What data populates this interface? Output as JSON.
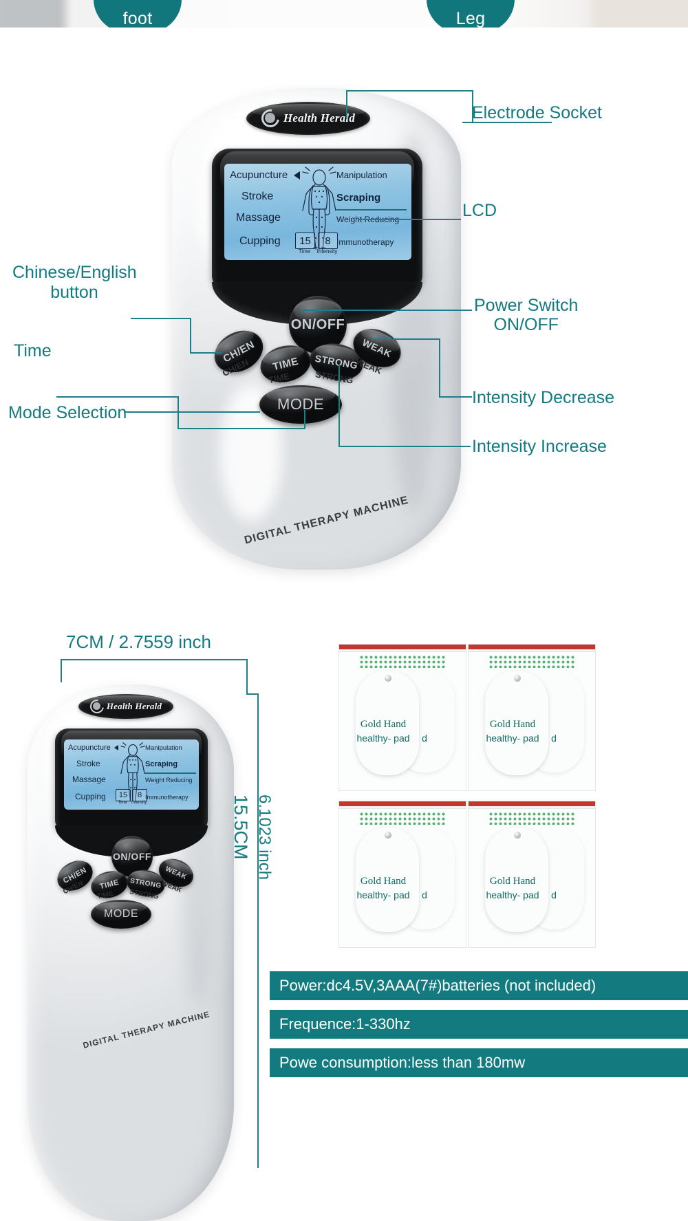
{
  "top_badges": [
    {
      "label": "foot"
    },
    {
      "label": "Leg"
    }
  ],
  "device": {
    "brand": "Health Herald",
    "bottom_text": "DIGITAL THERAPY MACHINE",
    "lcd": {
      "left_modes": [
        "Acupuncture",
        "Stroke",
        "Massage",
        "Cupping"
      ],
      "right_modes": [
        "Manipulation",
        "Scraping",
        "Weight Reducing",
        "Immunotherapy"
      ],
      "time_value": "15",
      "intensity_value": "8",
      "time_caption": "Time",
      "intensity_caption": "Intensity"
    },
    "buttons": {
      "power": "ON/OFF",
      "chen": "CH/EN",
      "time": "TIME",
      "strong": "STRONG",
      "weak": "WEAK",
      "mode": "MODE"
    },
    "silkscreen": {
      "chen": "CH/EN",
      "time": "TIME",
      "strong": "STRONG",
      "weak": "WEAK"
    }
  },
  "callouts": {
    "electrode_socket": "Electrode Socket",
    "lcd": "LCD",
    "power_switch_line1": "Power Switch",
    "power_switch_line2": "ON/OFF",
    "intensity_decrease": "Intensity Decrease",
    "intensity_increase": "Intensity Increase",
    "chinese_english_line1": "Chinese/English",
    "chinese_english_line2": "button",
    "time": "Time",
    "mode_selection": "Mode Selection"
  },
  "dimensions": {
    "width_label": "7CM / 2.7559 inch",
    "height_cm": "15.5CM",
    "height_inch": "6.1023 inch"
  },
  "pads": {
    "brand_line1": "Gold Hand",
    "brand_line2": "healthy- pad",
    "edge_letter": "d",
    "count": 4
  },
  "specs": [
    "Power:dc4.5V,3AAA(7#)batteries (not included)",
    "Frequence:1-330hz",
    "Powe consumption:less than 180mw"
  ],
  "colors": {
    "teal": "#127a80",
    "teal_bar": "#137b7f",
    "pad_text": "#0f6a63",
    "lcd_blue": "#8ec3e2"
  }
}
